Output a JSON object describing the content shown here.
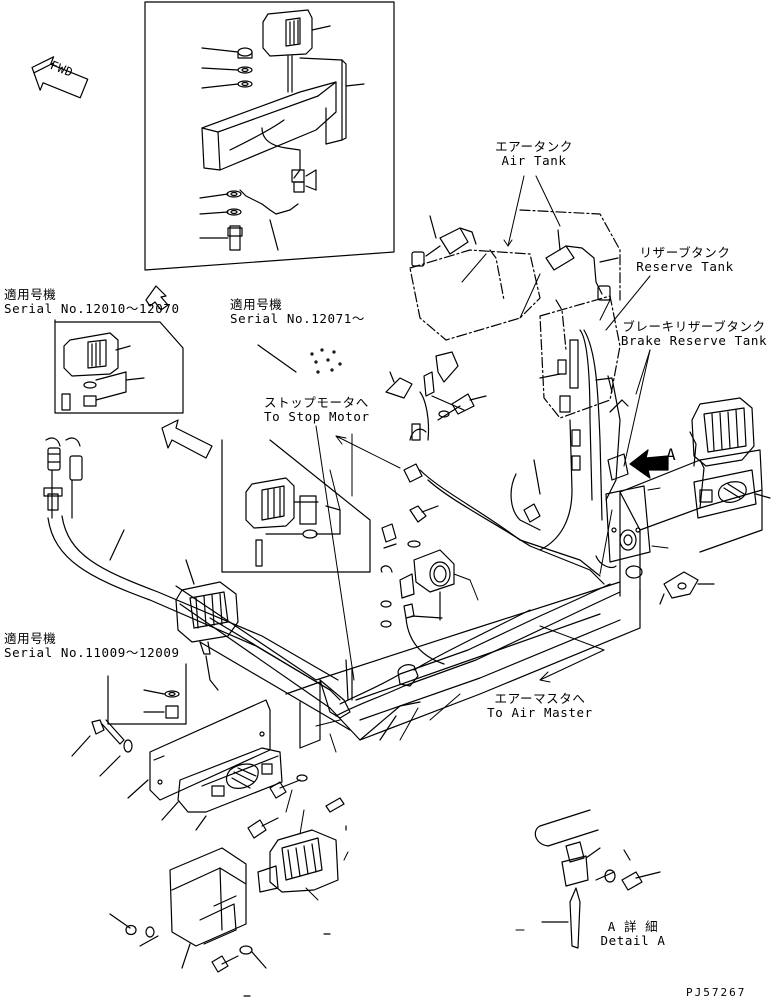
{
  "fwd_label": "FWD",
  "air_tank": {
    "jp": "エアータンク",
    "en": "Air Tank"
  },
  "reserve_tank": {
    "jp": "リザーブタンク",
    "en": "Reserve Tank"
  },
  "brake_reserve_tank": {
    "jp": "ブレーキリザーブタンク",
    "en": "Brake Reserve Tank"
  },
  "serial_12010": {
    "jp": "適用号機",
    "en": "Serial No.12010～12070"
  },
  "serial_12071": {
    "jp": "適用号機",
    "en": "Serial No.12071～"
  },
  "serial_11009": {
    "jp": "適用号機",
    "en": "Serial No.11009～12009"
  },
  "stop_motor": {
    "jp": "ストップモータへ",
    "en": "To Stop Motor"
  },
  "air_master": {
    "jp": "エアーマスタへ",
    "en": "To Air Master"
  },
  "detail_a": {
    "jp": "A 詳 細",
    "en": "Detail A"
  },
  "view_arrow_label": "A",
  "drawing_code": "PJ57267"
}
